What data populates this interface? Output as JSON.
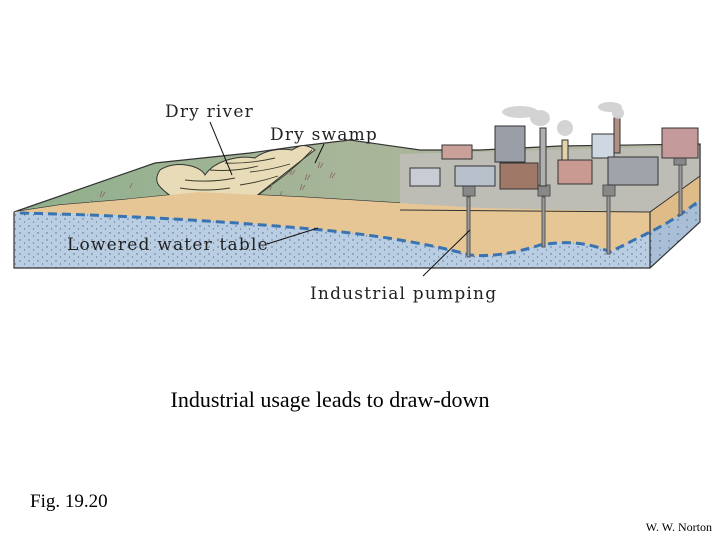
{
  "diagram": {
    "labels": {
      "dry_river": "Dry river",
      "dry_swamp": "Dry swamp",
      "lowered_water_table": "Lowered water table",
      "industrial_pumping": "Industrial pumping"
    },
    "colors": {
      "ground_surface": "#a9b59a",
      "city_ground": "#bdbdb5",
      "riverbed_sand": "#e8dcb8",
      "soil": "#e7c696",
      "aquifer": "#b9cde3",
      "water_table_dash": "#3a74b0",
      "outline": "#333333"
    }
  },
  "caption": "Industrial usage leads to draw-down",
  "figure_number": "Fig. 19.20",
  "credit": "W. W. Norton"
}
